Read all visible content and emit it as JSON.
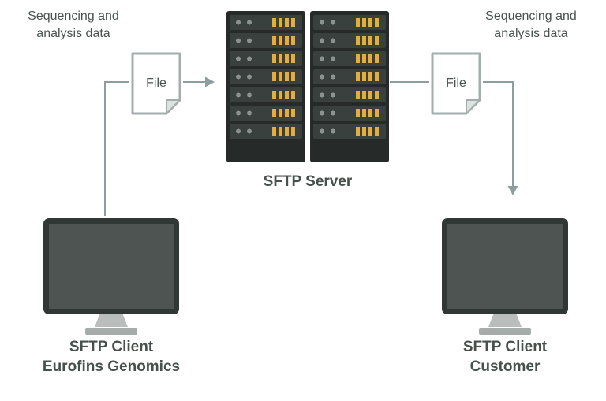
{
  "colors": {
    "background": "#FFFFFF",
    "text": "#4A544F",
    "arrow": "#8C9E9E",
    "rack_body": "#262B29",
    "server_unit": "#3A403D",
    "port_yellow": "#E3AD3F",
    "led_gray": "#8A918E",
    "monitor_bezel": "#313734",
    "monitor_screen": "#4E5451",
    "monitor_stand": "#B9BEBC",
    "file_border": "#A3AEAC",
    "file_fill": "#FFFFFF"
  },
  "labels": {
    "top_left": {
      "line1": "Sequencing and",
      "line2": "analysis data"
    },
    "top_right": {
      "line1": "Sequencing and",
      "line2": "analysis data"
    },
    "server": "SFTP Server",
    "client_left": {
      "line1": "SFTP Client",
      "line2": "Eurofins Genomics"
    },
    "client_right": {
      "line1": "SFTP Client",
      "line2": "Customer"
    }
  },
  "files": {
    "left": {
      "label": "File"
    },
    "right": {
      "label": "File"
    }
  }
}
